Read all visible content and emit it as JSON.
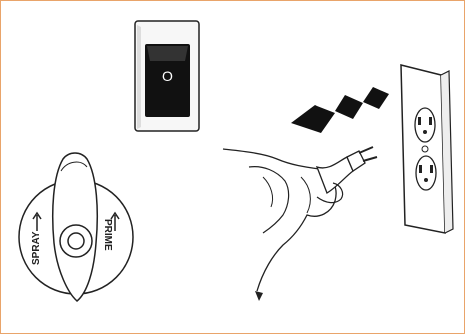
{
  "switch": {
    "symbol": "O"
  },
  "valve": {
    "label_left": "SPRAY",
    "label_right": "PRIME"
  },
  "colors": {
    "border": "#e9a46a",
    "ink": "#222222",
    "switch_face": "#111111"
  },
  "icons": [
    "rocker-switch-icon",
    "prime-spray-valve-icon",
    "hand-unplugging-cord-icon",
    "wall-outlet-icon",
    "motion-arrow-icon"
  ]
}
